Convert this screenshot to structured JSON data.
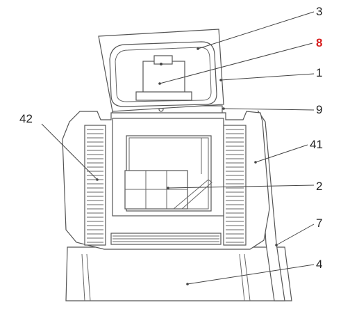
{
  "diagram": {
    "callouts": [
      {
        "id": "3",
        "label": "3",
        "highlight": false
      },
      {
        "id": "8",
        "label": "8",
        "highlight": true
      },
      {
        "id": "1",
        "label": "1",
        "highlight": false
      },
      {
        "id": "9",
        "label": "9",
        "highlight": false
      },
      {
        "id": "42",
        "label": "42",
        "highlight": false
      },
      {
        "id": "41",
        "label": "41",
        "highlight": false
      },
      {
        "id": "2",
        "label": "2",
        "highlight": false
      },
      {
        "id": "7",
        "label": "7",
        "highlight": false
      },
      {
        "id": "4",
        "label": "4",
        "highlight": false
      }
    ],
    "colors": {
      "line": "#555555",
      "callout_text": "#222222",
      "highlight": "#d81f1f",
      "background": "#ffffff"
    }
  }
}
